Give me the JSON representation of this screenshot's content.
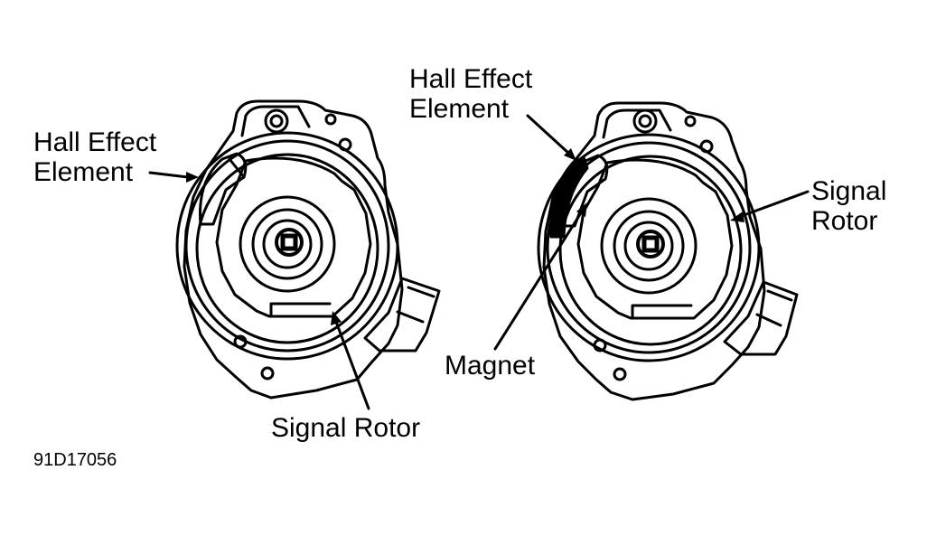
{
  "figure": {
    "left_unit": {
      "labels": {
        "hall_effect_line1": "Hall Effect",
        "hall_effect_line2": "Element",
        "signal_rotor": "Signal Rotor"
      }
    },
    "right_unit": {
      "labels": {
        "hall_effect_line1": "Hall Effect",
        "hall_effect_line2": "Element",
        "signal_line1": "Signal",
        "signal_line2": "Rotor",
        "magnet": "Magnet"
      }
    },
    "figure_code": "91D17056",
    "colors": {
      "ink": "#000000",
      "paper": "#ffffff"
    }
  }
}
